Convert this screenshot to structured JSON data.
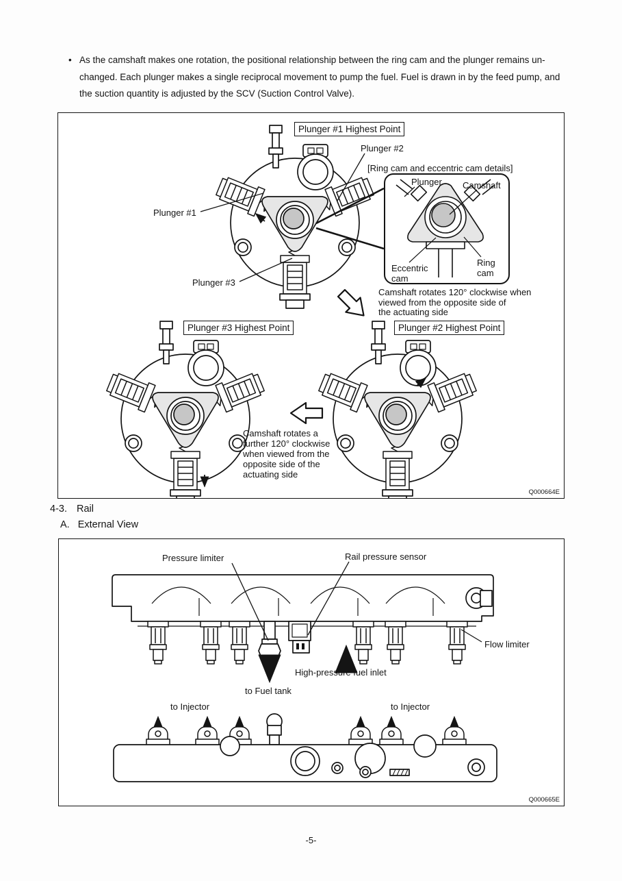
{
  "page": {
    "bullet": "•",
    "paragraph_lines": [
      "As the camshaft makes one rotation, the positional relationship between the ring cam and the plunger remains un-",
      "changed. Each plunger makes a single reciprocal movement to pump the fuel. Fuel is drawn in by the feed pump, and",
      "the suction quantity is adjusted by the SCV (Suction Control Valve)."
    ],
    "section_number": "4-3.",
    "section_title": "Rail",
    "subsection_letter": "A.",
    "subsection_title": "External View",
    "page_number": "-5-"
  },
  "figure1": {
    "code": "Q000664E",
    "captions": {
      "plunger1_highest": "Plunger #1 Highest Point",
      "plunger2_highest": "Plunger #2 Highest Point",
      "plunger3_highest": "Plunger #3 Highest Point"
    },
    "labels": {
      "plunger1": "Plunger #1",
      "plunger2": "Plunger #2",
      "plunger3": "Plunger #3"
    },
    "inset": {
      "title": "[Ring cam and eccentric cam details]",
      "plunger": "Plunger",
      "camshaft": "Camshaft",
      "eccentric_line1": "Eccentric",
      "eccentric_line2": "cam",
      "ring_line1": "Ring",
      "ring_line2": "cam"
    },
    "note1_lines": [
      "Camshaft rotates 120° clockwise when",
      "viewed from the opposite side of",
      "the actuating side"
    ],
    "note2_lines": [
      "Camshaft rotates a",
      "further 120° clockwise",
      "when viewed from the",
      "opposite side of the",
      "actuating side"
    ]
  },
  "figure2": {
    "code": "Q000665E",
    "labels": {
      "pressure_limiter": "Pressure limiter",
      "rail_pressure_sensor": "Rail pressure sensor",
      "flow_limiter": "Flow limiter",
      "high_pressure_fuel_inlet": "High-pressure fuel inlet",
      "to_fuel_tank": "to Fuel tank",
      "to_injector": "to Injector"
    }
  },
  "colors": {
    "line": "#141414",
    "cam_fill": "#e6e6e6",
    "shaft_fill": "#c6c6c6"
  }
}
